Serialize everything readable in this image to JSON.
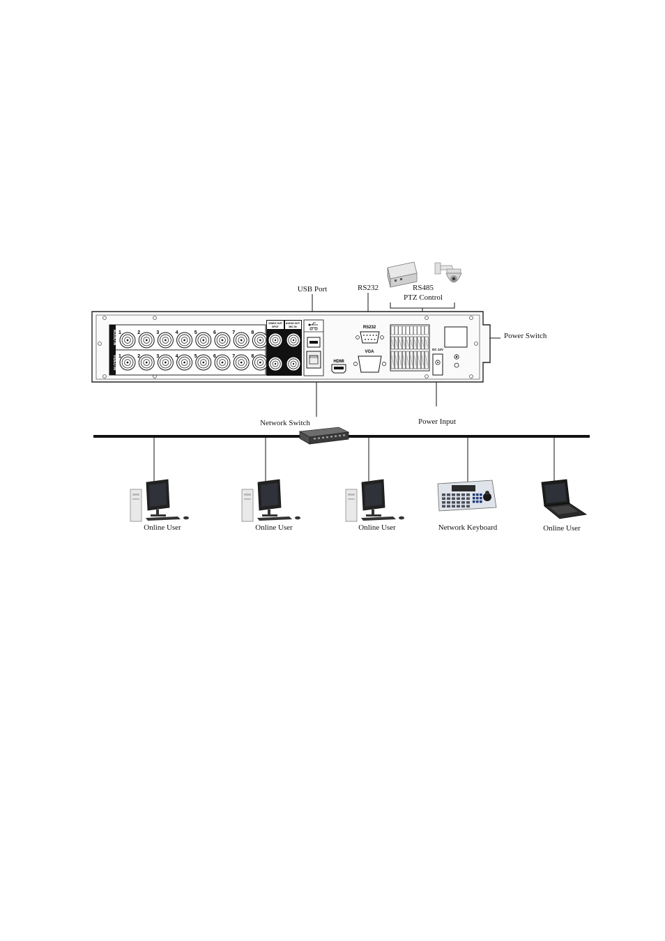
{
  "labels": {
    "usb_port": "USB Port",
    "rs232": "RS232",
    "rs485": "RS485",
    "ptz_control": "PTZ Control",
    "power_switch": "Power Switch",
    "network_switch": "Network Switch",
    "power_input": "Power Input"
  },
  "panel": {
    "audio_in": "AUDIO IN",
    "video_in": "VIDEO IN",
    "video_out": "VIDEO OUT",
    "spot": "SPOT",
    "audio_out": "AUDIO OUT",
    "mic_in": "MIC IN",
    "rs232_text": "RS232",
    "hdmi_text": "HDMI",
    "vga_text": "VGA",
    "dc_text": "DC 12V",
    "channels": [
      "1",
      "2",
      "3",
      "4",
      "5",
      "6",
      "7",
      "8"
    ]
  },
  "clients": [
    {
      "label": "Online User",
      "icon": "desktop-pc-icon"
    },
    {
      "label": "Online User",
      "icon": "desktop-pc-icon"
    },
    {
      "label": "Online User",
      "icon": "desktop-pc-icon"
    },
    {
      "label": "Network Keyboard",
      "icon": "network-keyboard-icon"
    },
    {
      "label": "Online User",
      "icon": "laptop-icon"
    }
  ],
  "devices": {
    "decoder_icon": "ptz-decoder-icon",
    "dome_icon": "speed-dome-camera-icon",
    "switch_icon": "network-switch-icon"
  }
}
